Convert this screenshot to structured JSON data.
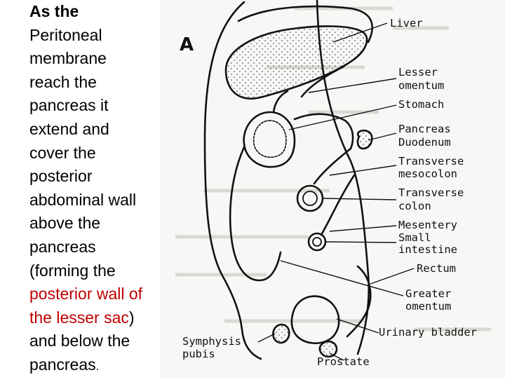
{
  "caption": {
    "l1": "As the",
    "l2": "Peritoneal",
    "l3": "membrane",
    "l4": "reach the",
    "l5": "pancreas it",
    "l6": "extend and",
    "l7": "cover the",
    "l8": "posterior",
    "l9": "abdominal wall",
    "l10": "above the",
    "l11": "pancreas",
    "l12": "(forming the",
    "l13": "posterior wall of",
    "l14a": "the lesser sac",
    "l14b": ")",
    "l15": "and below the",
    "l16a": "pancreas",
    "l16b": "."
  },
  "diagram": {
    "panel_letter": "A",
    "labels": {
      "liver": "Liver",
      "lesser_omentum_1": "Lesser",
      "lesser_omentum_2": "omentum",
      "stomach": "Stomach",
      "pancreas": "Pancreas",
      "duodenum": "Duodenum",
      "transverse_mesocolon_1": "Transverse",
      "transverse_mesocolon_2": "mesocolon",
      "transverse_colon_1": "Transverse",
      "transverse_colon_2": "colon",
      "mesentery": "Mesentery",
      "small_intestine_1": "Small",
      "small_intestine_2": "intestine",
      "rectum": "Rectum",
      "greater_omentum_1": "Greater",
      "greater_omentum_2": "omentum",
      "urinary_bladder": "Urinary bladder",
      "symphysis_pubis_1": "Symphysis",
      "symphysis_pubis_2": "pubis",
      "prostate": "Prostate"
    }
  },
  "colors": {
    "highlight": "#c00000",
    "text": "#000000",
    "line": "#111111"
  }
}
